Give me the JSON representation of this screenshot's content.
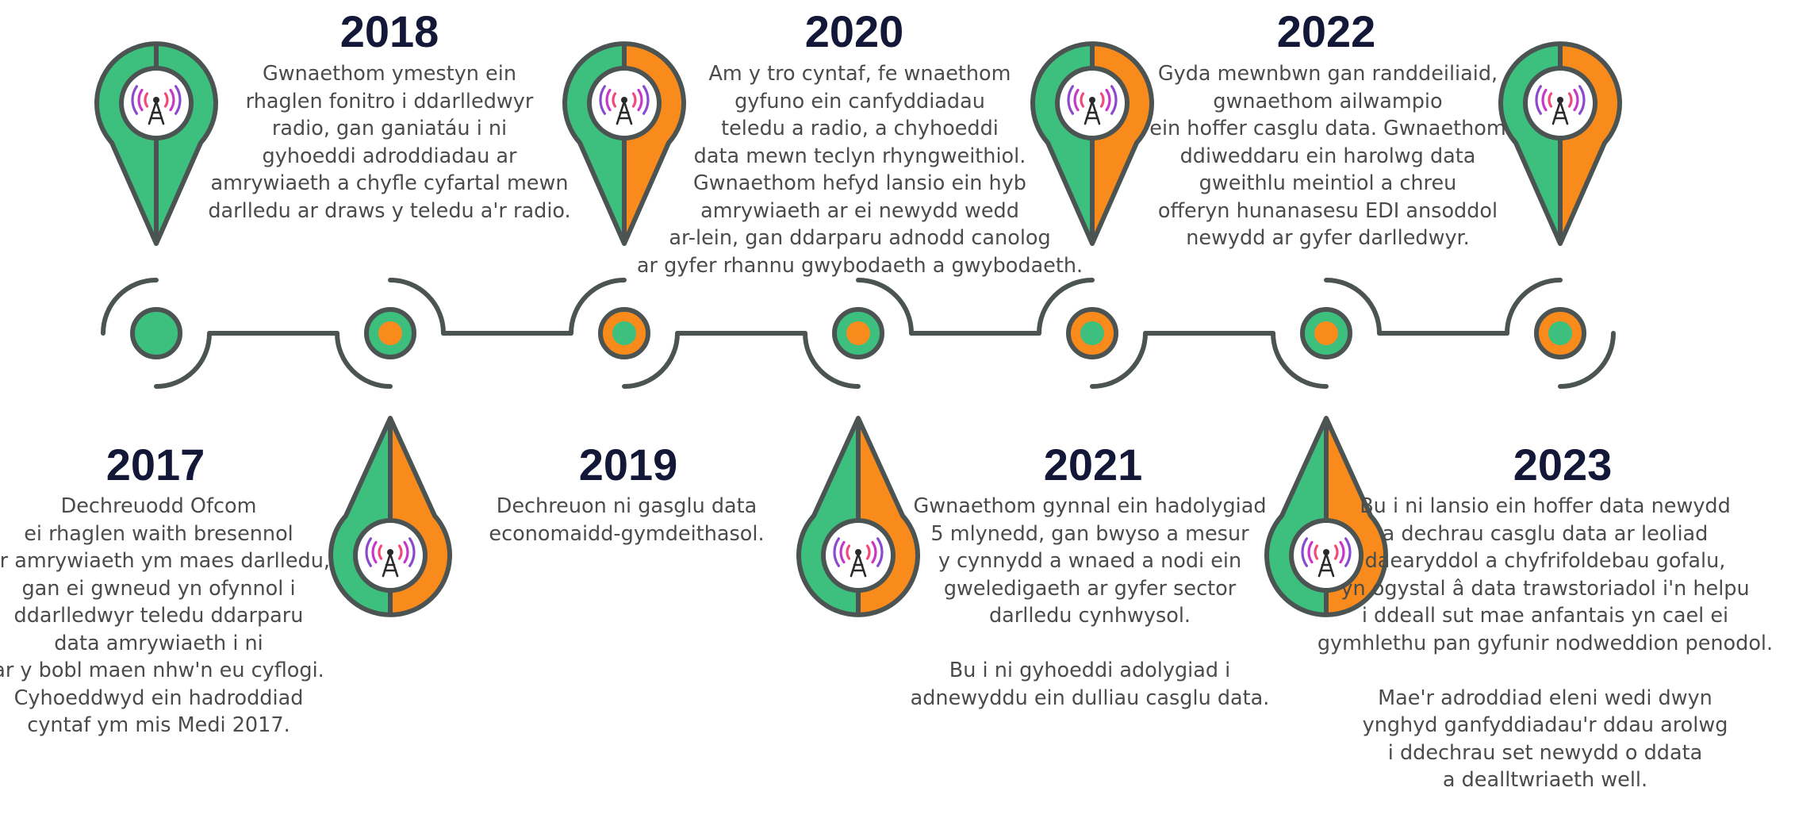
{
  "colors": {
    "green": "#3dbf7d",
    "orange": "#f98b1c",
    "outline": "#4b5452",
    "year_text": "#141838",
    "body_text": "#4a4c4c",
    "wave_inner": "#f4477a",
    "wave_mid": "#c838c8",
    "wave_outer": "#8a4ad0"
  },
  "icon": "radio-tower-icon",
  "milestones": [
    {
      "year": "2017",
      "lines": [
        "Dechreuodd Ofcom",
        "ei rhaglen waith bresennol",
        "ar amrywiaeth ym maes darlledu,",
        "gan ei gwneud yn ofynnol i",
        "ddarlledwyr teledu ddarparu",
        "data amrywiaeth i ni",
        "ar y bobl maen nhw'n eu cyflogi.",
        "Cyhoeddwyd ein hadroddiad",
        "cyntaf ym mis Medi 2017."
      ]
    },
    {
      "year": "2018",
      "lines": [
        "Gwnaethom ymestyn ein",
        "rhaglen fonitro i ddarlledwyr",
        "radio, gan ganiatáu i ni",
        "gyhoeddi adroddiadau ar",
        "amrywiaeth a chyfle cyfartal mewn",
        "darlledu ar draws y teledu a'r radio."
      ]
    },
    {
      "year": "2019",
      "lines": [
        "Dechreuon ni gasglu data",
        "economaidd-gymdeithasol."
      ]
    },
    {
      "year": "2020",
      "lines": [
        "Am y tro cyntaf, fe wnaethom",
        "gyfuno ein canfyddiadau",
        "teledu a radio, a chyhoeddi",
        "data mewn teclyn rhyngweithiol.",
        "Gwnaethom hefyd lansio ein hyb",
        "amrywiaeth ar ei newydd wedd",
        "ar-lein, gan ddarparu adnodd canolog",
        "ar gyfer rhannu gwybodaeth a gwybodaeth."
      ]
    },
    {
      "year": "2021",
      "lines": [
        "Gwnaethom gynnal ein hadolygiad",
        "5 mlynedd, gan bwyso a mesur",
        "y cynnydd a wnaed a nodi ein",
        "gweledigaeth ar gyfer sector",
        "darlledu cynhwysol.",
        "",
        "Bu i ni gyhoeddi adolygiad i",
        "adnewyddu ein dulliau casglu data."
      ]
    },
    {
      "year": "2022",
      "lines": [
        "Gyda mewnbwn gan randdeiliaid,",
        "gwnaethom ailwampio",
        "ein hoffer casglu data. Gwnaethom",
        "ddiweddaru ein harolwg data",
        "gweithlu meintiol a chreu",
        "offeryn hunanasesu EDI ansoddol",
        "newydd ar gyfer darlledwyr."
      ]
    },
    {
      "year": "2023",
      "lines": [
        "Bu i ni lansio ein hoffer data newydd",
        "a dechrau casglu data ar leoliad",
        "daearyddol a chyfrifoldebau gofalu,",
        "yn ogystal â data trawstoriadol i'n helpu",
        "i ddeall sut mae anfantais yn cael ei",
        "gymhlethu pan gyfunir nodweddion penodol.",
        "",
        "Mae'r adroddiad eleni wedi dwyn",
        "ynghyd ganfyddiadau'r ddau arolwg",
        "i ddechrau set newydd o ddata",
        "a dealltwriaeth well."
      ]
    }
  ]
}
